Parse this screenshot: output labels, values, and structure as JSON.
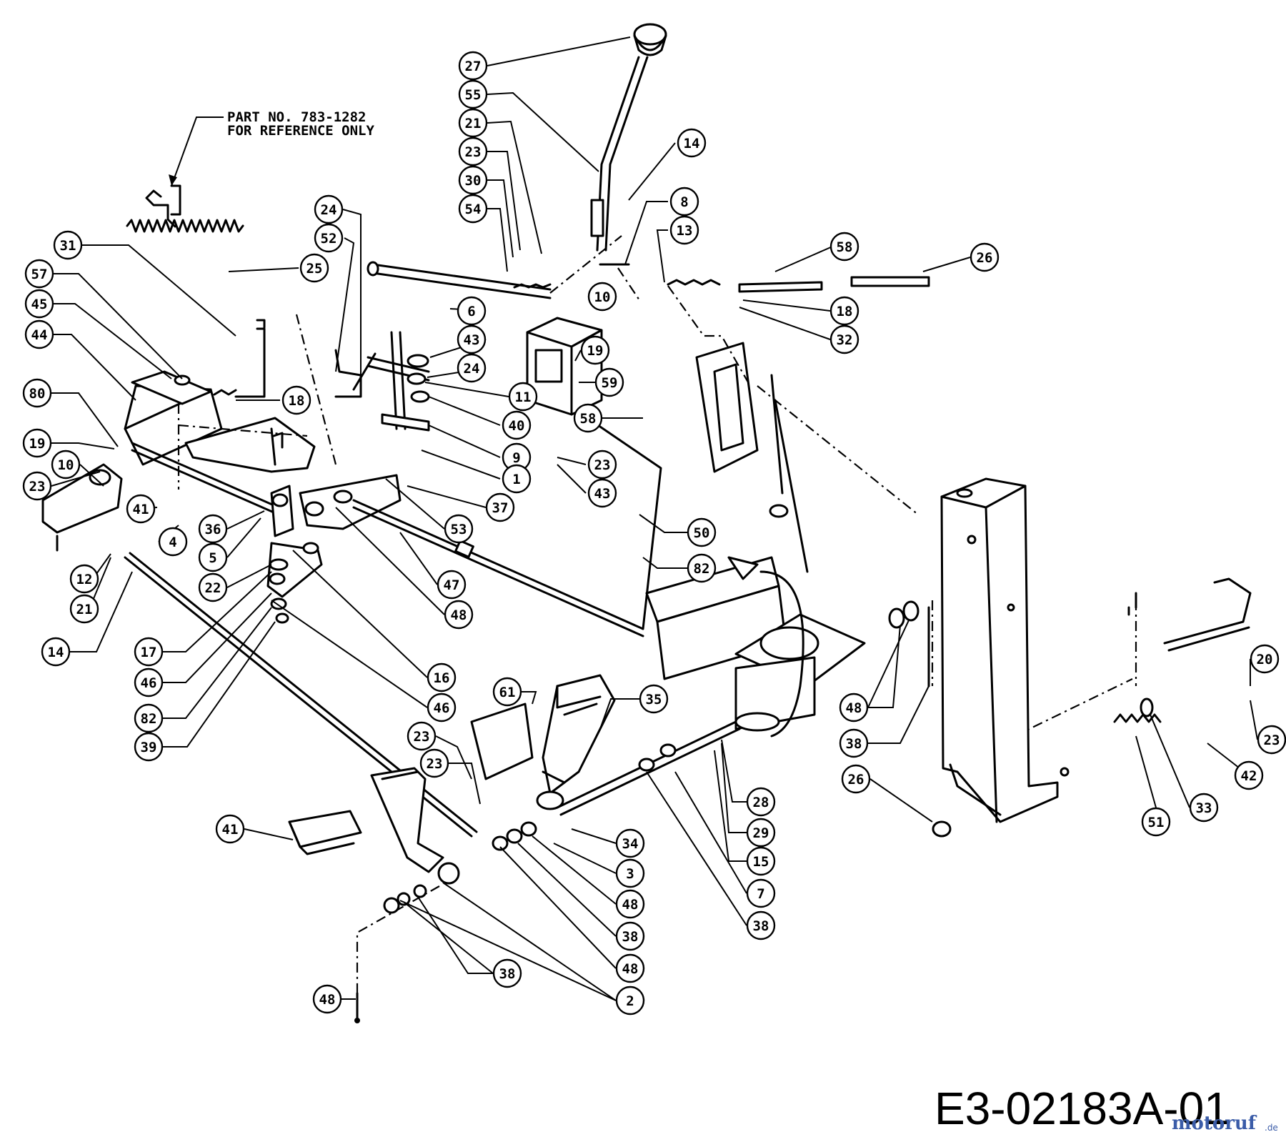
{
  "note": {
    "line1": "PART NO. 783-1282",
    "line2": "FOR REFERENCE ONLY"
  },
  "drawing_number": "E3-02183A-01",
  "watermark": {
    "main": "motoruf",
    "suffix": ".de"
  },
  "callouts": [
    "27",
    "55",
    "21",
    "23",
    "30",
    "54",
    "14",
    "8",
    "13",
    "58",
    "26",
    "10",
    "18",
    "32",
    "6",
    "43",
    "24",
    "19",
    "59",
    "11",
    "40",
    "58",
    "9",
    "1",
    "37",
    "23",
    "43",
    "24",
    "52",
    "25",
    "31",
    "57",
    "45",
    "44",
    "80",
    "18",
    "19",
    "10",
    "23",
    "41",
    "36",
    "5",
    "4",
    "22",
    "12",
    "21",
    "14",
    "53",
    "47",
    "48",
    "17",
    "46",
    "82",
    "39",
    "16",
    "46",
    "82",
    "50",
    "61",
    "35",
    "23",
    "23",
    "41",
    "34",
    "3",
    "48",
    "38",
    "48",
    "2",
    "38",
    "48",
    "28",
    "29",
    "15",
    "7",
    "38",
    "48",
    "38",
    "26",
    "20",
    "23",
    "51",
    "33",
    "42",
    "23"
  ]
}
